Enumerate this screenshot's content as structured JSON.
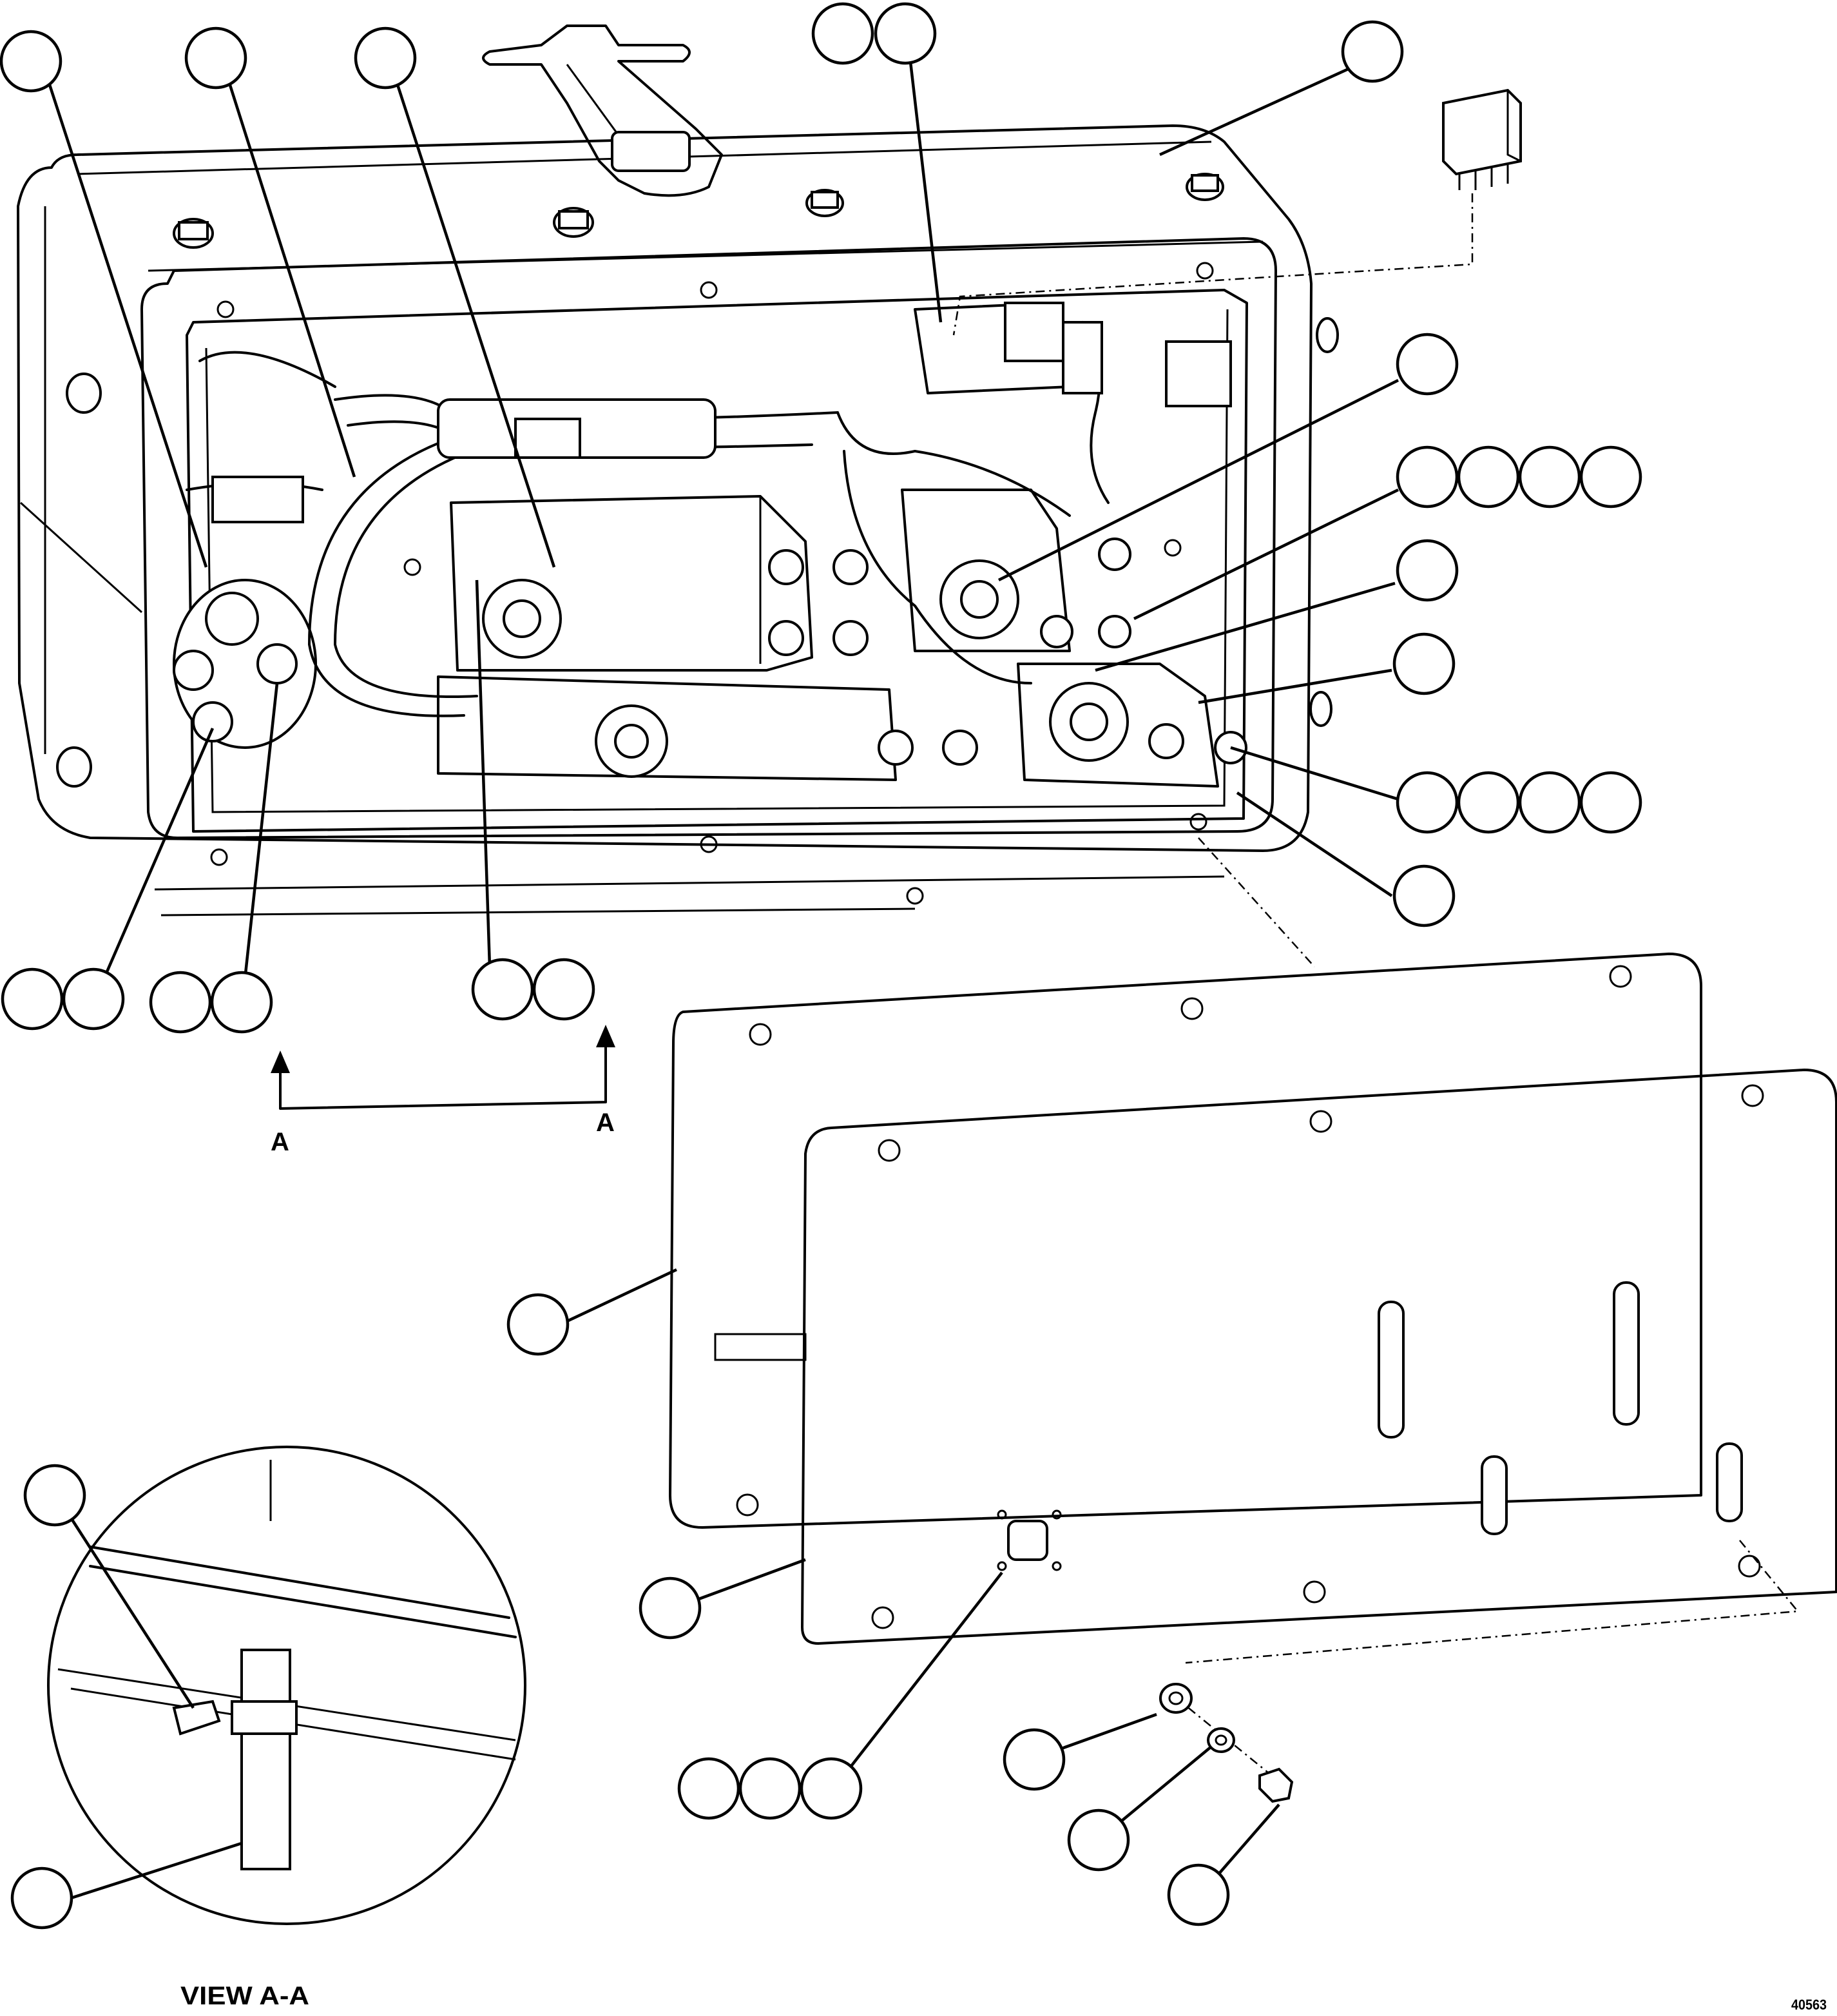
{
  "section_arrow_left_label": "A",
  "section_arrow_right_label": "A",
  "view_caption": "VIEW A-A",
  "drawing_number": "40563"
}
